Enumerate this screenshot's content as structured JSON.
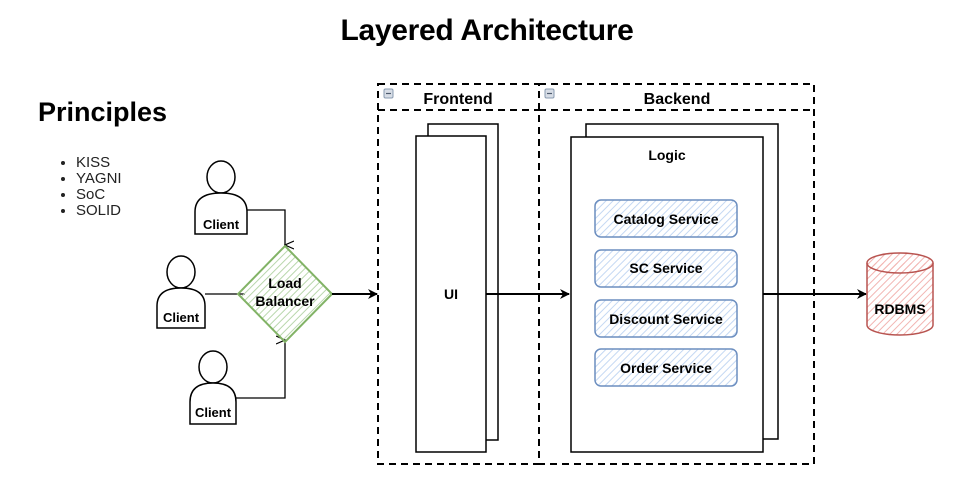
{
  "title": "Layered Architecture",
  "principles": {
    "heading": "Principles",
    "items": [
      "KISS",
      "YAGNI",
      "SoC",
      "SOLID"
    ]
  },
  "clients": [
    "Client",
    "Client",
    "Client"
  ],
  "load_balancer": {
    "line1": "Load",
    "line2": "Balancer",
    "color": "#82b366",
    "fill": "#d5e8d4"
  },
  "frontend": {
    "label": "Frontend",
    "component": "UI"
  },
  "backend": {
    "label": "Backend",
    "component": "Logic",
    "services": [
      "Catalog Service",
      "SC Service",
      "Discount Service",
      "Order Service"
    ],
    "service_color": "#6c8ebf",
    "service_fill": "#dae8fc"
  },
  "database": {
    "label": "RDBMS",
    "color": "#b85450",
    "fill": "#f8cecc"
  },
  "icons": {
    "collapse": "minus-square-icon",
    "person": "person-icon",
    "cylinder": "database-icon"
  }
}
